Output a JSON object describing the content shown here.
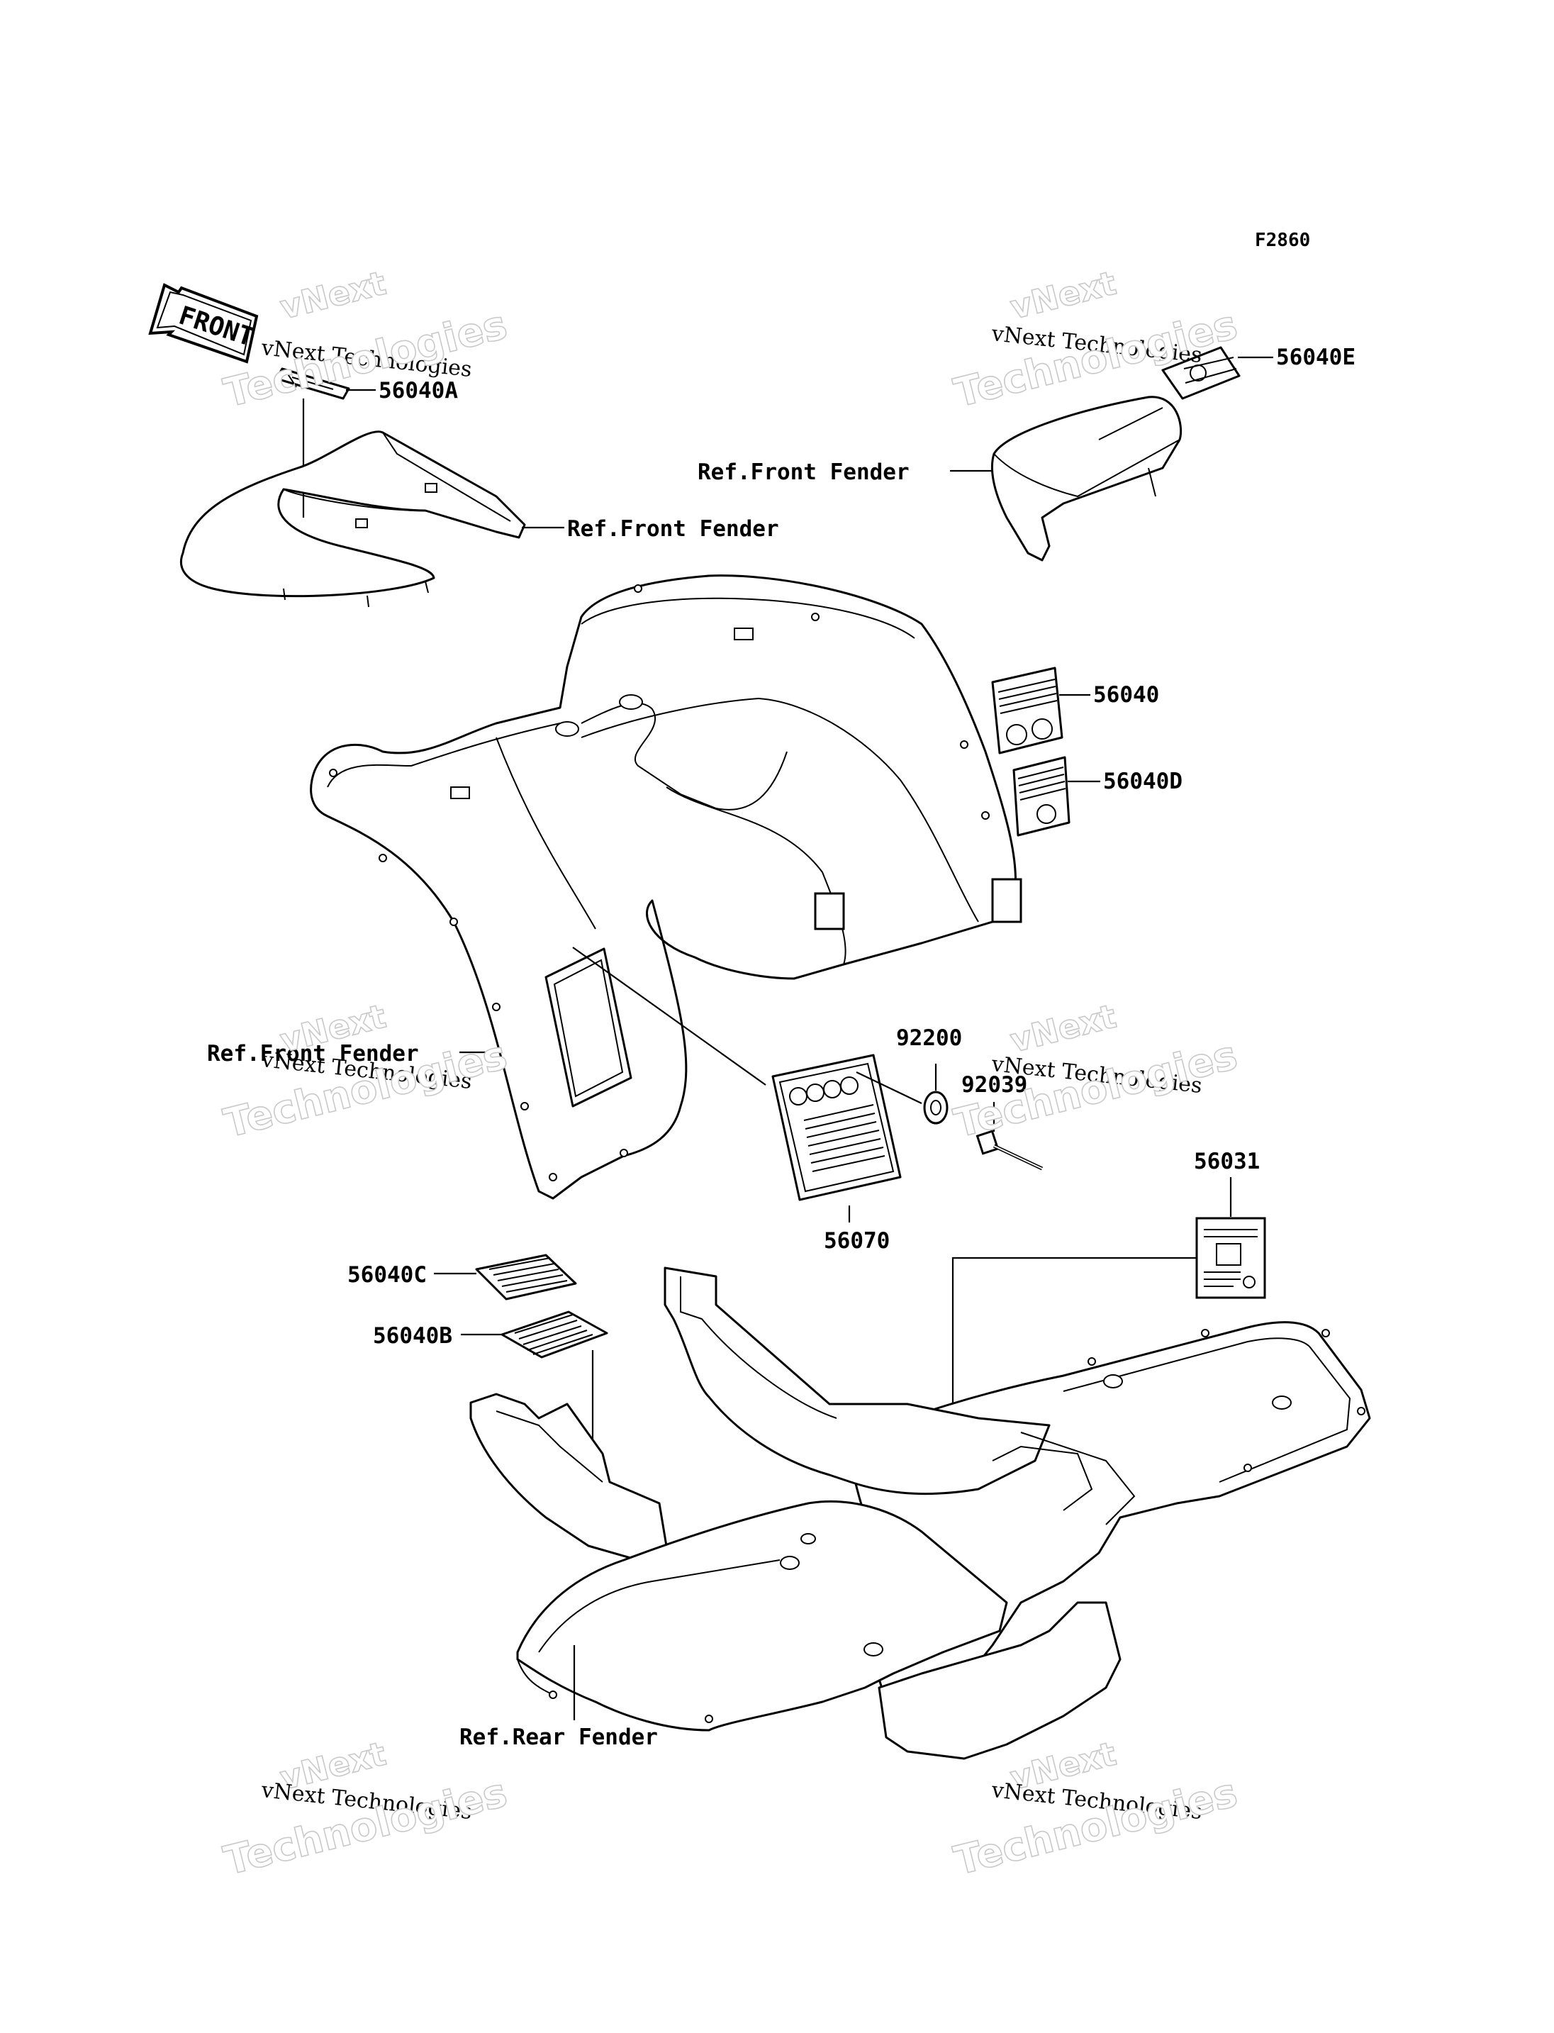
{
  "figure_code": "F2860",
  "front_arrow_label": "FRONT",
  "watermark": {
    "top_line": "vNext",
    "middle_line": "vNext Technologies",
    "bottom_line": "Technologies"
  },
  "callouts": {
    "p56040A": "56040A",
    "p56040E": "56040E",
    "p56040": "56040",
    "p56040D": "56040D",
    "p92200": "92200",
    "p92039": "92039",
    "p56070": "56070",
    "p56031": "56031",
    "p56040C": "56040C",
    "p56040B": "56040B",
    "ref_front_fender_1": "Ref.Front Fender",
    "ref_front_fender_2": "Ref.Front Fender",
    "ref_front_fender_3": "Ref.Front Fender",
    "ref_rear_fender": "Ref.Rear Fender"
  }
}
